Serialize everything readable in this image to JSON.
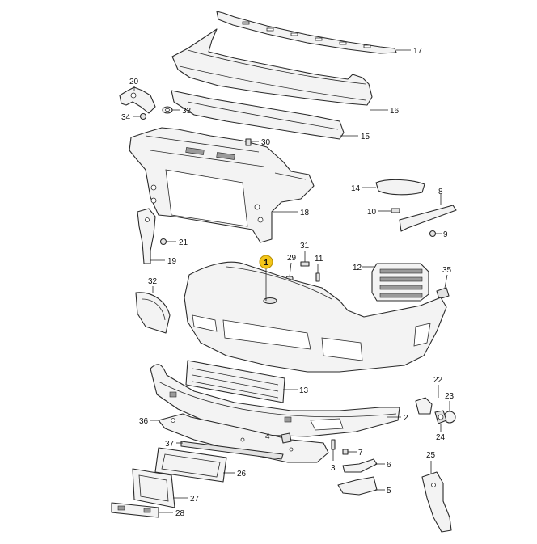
{
  "diagram": {
    "highlighted_part": "1",
    "highlight_color": "#f3c519",
    "callouts": [
      "1",
      "2",
      "3",
      "4",
      "5",
      "6",
      "7",
      "8",
      "9",
      "10",
      "11",
      "12",
      "13",
      "14",
      "15",
      "16",
      "17",
      "18",
      "19",
      "20",
      "21",
      "22",
      "23",
      "24",
      "25",
      "26",
      "27",
      "28",
      "29",
      "30",
      "31",
      "32",
      "33",
      "34",
      "35",
      "36",
      "37"
    ]
  }
}
